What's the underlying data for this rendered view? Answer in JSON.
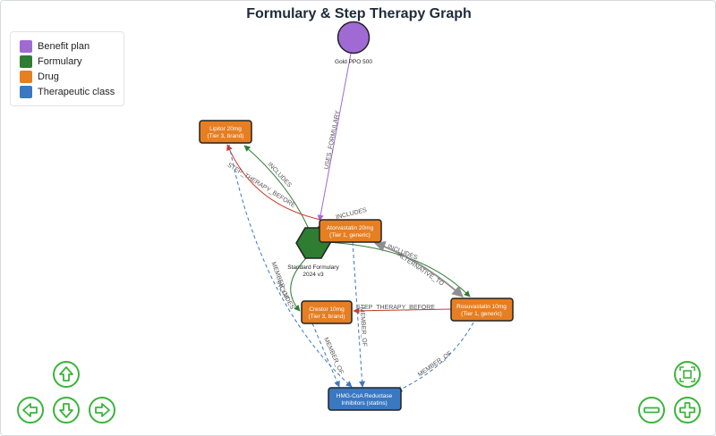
{
  "title": "Formulary & Step Therapy Graph",
  "legend": [
    {
      "label": "Benefit plan",
      "color": "#a06ad4"
    },
    {
      "label": "Formulary",
      "color": "#2e7d32"
    },
    {
      "label": "Drug",
      "color": "#e67e22"
    },
    {
      "label": "Therapeutic class",
      "color": "#3a78c2"
    }
  ],
  "nodes": {
    "plan": {
      "label": "Gold PPO 500"
    },
    "formulary": {
      "line1": "Standard Formulary",
      "line2": "2024 v3"
    },
    "lipitor": {
      "line1": "Lipitor 20mg",
      "line2": "(Tier 3, brand)"
    },
    "atorvastatin": {
      "line1": "Atorvastatin 20mg",
      "line2": "(Tier 1, generic)"
    },
    "rosuvastatin": {
      "line1": "Rosuvastatin 10mg",
      "line2": "(Tier 1, generic)"
    },
    "crestor": {
      "line1": "Crestor 10mg",
      "line2": "(Tier 3, brand)"
    },
    "statins": {
      "line1": "HMG-CoA Reductase",
      "line2": "Inhibitors (statins)"
    }
  },
  "edges": {
    "uses_formulary": "USES_FORMULARY",
    "includes": "INCLUDES",
    "step_therapy_before": "STEP_THERAPY_BEFORE",
    "alternative_to": "ALTERNATIVE_TO",
    "member_of": "MEMBER_OF"
  },
  "colors": {
    "plan_edge": "#a06ad4",
    "includes_edge": "#2e7d32",
    "step_edge": "#d0392b",
    "alt_edge": "#8f8f8f",
    "member_edge": "#3a78c2",
    "nav_button": "#3bb43b"
  },
  "controls": {
    "up": "arrow-up-icon",
    "left": "arrow-left-icon",
    "down": "arrow-down-icon",
    "right": "arrow-right-icon",
    "fit": "fit-screen-icon",
    "zoom_out": "zoom-out-icon",
    "zoom_in": "zoom-in-icon"
  }
}
